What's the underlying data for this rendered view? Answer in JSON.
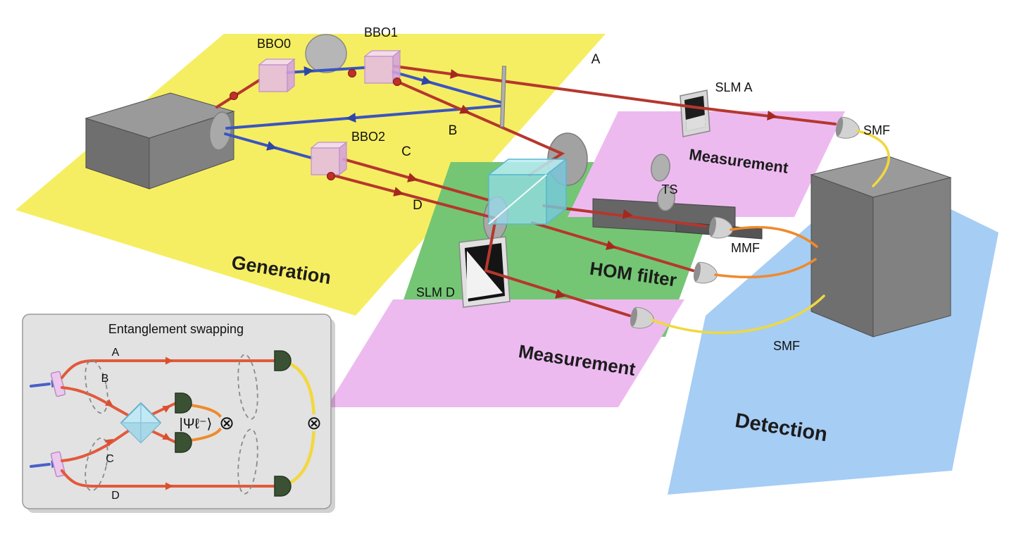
{
  "main": {
    "components": {
      "bbo0": "BBO0",
      "bbo1": "BBO1",
      "bbo2": "BBO2",
      "slm_a": "SLM A",
      "slm_d": "SLM D",
      "smf_top": "SMF",
      "smf_bottom": "SMF",
      "mmf": "MMF",
      "ts": "TS"
    },
    "beams": {
      "a": "A",
      "b": "B",
      "c": "C",
      "d": "D"
    },
    "regions": {
      "generation": "Generation",
      "measurement_top": "Measurement",
      "measurement_bottom": "Measurement",
      "hom_filter": "HOM filter",
      "detection": "Detection"
    }
  },
  "inset": {
    "title": "Entanglement swapping",
    "beams": {
      "a": "A",
      "b": "B",
      "c": "C",
      "d": "D"
    },
    "state": "|Ψℓ⁻⟩",
    "otimes_mid": "⊗",
    "otimes_right": "⊗"
  },
  "colors": {
    "generation_panel": "#f6ee62",
    "measurement_panel": "#edbaf0",
    "hom_panel": "#74c674",
    "detection_panel": "#a6cdf4",
    "beam_red": "#b5372e",
    "pump_blue": "#3b55c0",
    "fiber_yellow": "#f0d840",
    "fiber_orange": "#ef8a2c",
    "inset_beam": "#e2593b"
  }
}
